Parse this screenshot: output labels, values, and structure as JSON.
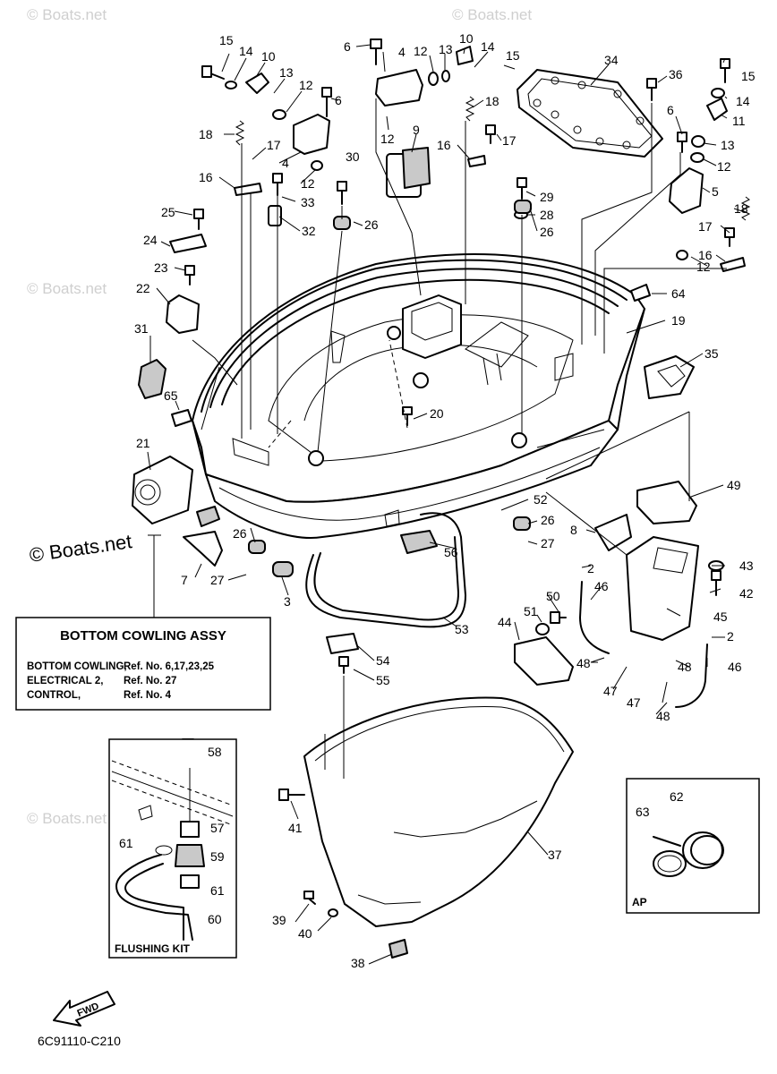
{
  "watermarks": {
    "site": "© Boats.net",
    "positions_note": ""
  },
  "diagram_code": "6C91110-C210",
  "fwd_label": "FWD",
  "assy_box": {
    "title": "BOTTOM COWLING ASSY",
    "rows": [
      {
        "name": "BOTTOM COWLING,",
        "ref": "Ref. No. 6,17,23,25"
      },
      {
        "name": "ELECTRICAL 2,",
        "ref": "Ref. No. 27"
      },
      {
        "name": "CONTROL,",
        "ref": "Ref. No. 4"
      }
    ]
  },
  "flushing_kit": {
    "title": "FLUSHING KIT",
    "parts": [
      "58",
      "57",
      "61",
      "59",
      "61",
      "60"
    ]
  },
  "ap_box": {
    "title": "AP",
    "parts": [
      "63",
      "62"
    ]
  },
  "callouts": {
    "c15a": "15",
    "c14a": "14",
    "c10a": "10",
    "c13a": "13",
    "c12a": "12",
    "c6a": "6",
    "c18a": "18",
    "c17a": "17",
    "c4a": "4",
    "c16a": "16",
    "c12b": "12",
    "c33": "33",
    "c30": "30",
    "c32": "32",
    "c25": "25",
    "c24": "24",
    "c23": "23",
    "c22": "22",
    "c26a": "26",
    "c6b": "6",
    "c4b": "4",
    "c12c": "12",
    "c13b": "13",
    "c10b": "10",
    "c14b": "14",
    "c15b": "15",
    "c18b": "18",
    "c12d": "12",
    "c9": "9",
    "c16b": "16",
    "c17b": "17",
    "c34": "34",
    "c36": "36",
    "c15c": "15",
    "c14c": "14",
    "c11": "11",
    "c6c": "6",
    "c13c": "13",
    "c12e": "12",
    "c5": "5",
    "c29": "29",
    "c28": "28",
    "c26b": "26",
    "c18c": "18",
    "c17c": "17",
    "c16c": "16",
    "c12f": "12",
    "c64": "64",
    "c19": "19",
    "c31": "31",
    "c35": "35",
    "c65": "65",
    "c20": "20",
    "c21": "21",
    "c49": "49",
    "c52": "52",
    "c26c": "26",
    "c27a": "27",
    "c8": "8",
    "c43": "43",
    "c26d": "26",
    "c7": "7",
    "c27b": "27",
    "c3": "3",
    "c56": "56",
    "c2a": "2",
    "c42": "42",
    "c50": "50",
    "c46a": "46",
    "c45": "45",
    "c51": "51",
    "c44": "44",
    "c48a": "48",
    "c2b": "2",
    "c53": "53",
    "c48b": "48",
    "c46b": "46",
    "c47a": "47",
    "c47b": "47",
    "c48c": "48",
    "c54": "54",
    "c55": "55",
    "c41": "41",
    "c37": "37",
    "c39": "39",
    "c40": "40",
    "c38": "38"
  }
}
